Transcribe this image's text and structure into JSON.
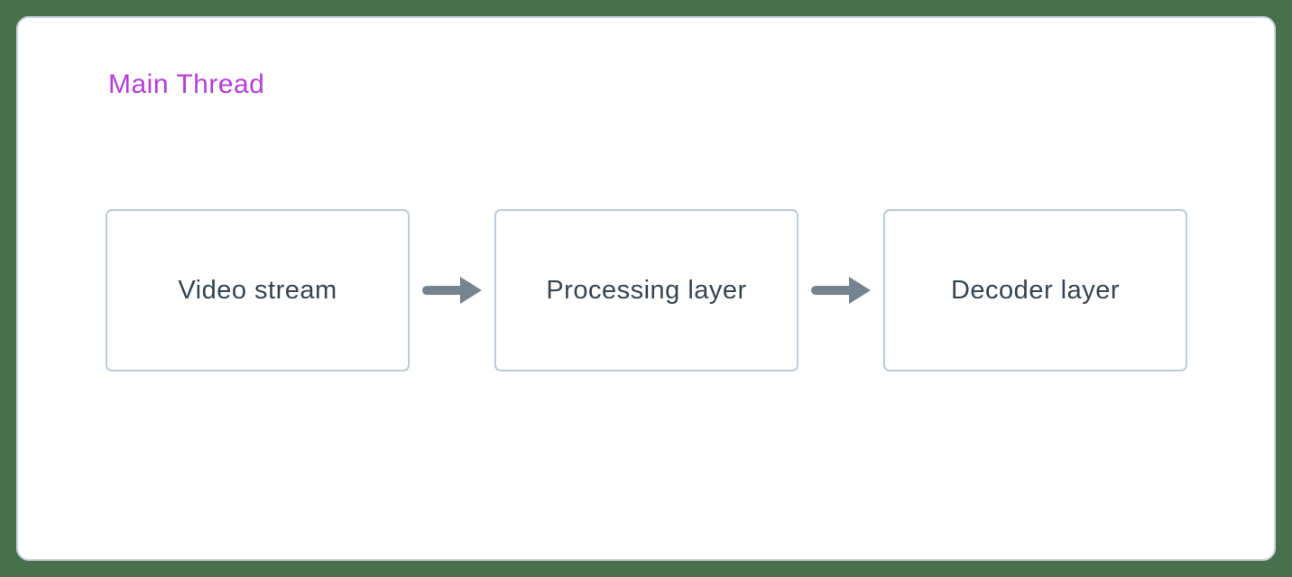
{
  "diagram": {
    "title": "Main Thread",
    "nodes": [
      {
        "id": "video-stream",
        "label": "Video stream"
      },
      {
        "id": "processing-layer",
        "label": "Processing layer"
      },
      {
        "id": "decoder-layer",
        "label": "Decoder layer"
      }
    ],
    "edges": [
      {
        "from": "video-stream",
        "to": "processing-layer",
        "icon": "flow-arrow-icon"
      },
      {
        "from": "processing-layer",
        "to": "decoder-layer",
        "icon": "flow-arrow-icon"
      }
    ],
    "colors": {
      "background": "#48704d",
      "card_background": "#ffffff",
      "card_border": "#c9d3dc",
      "node_border": "#bfcad4",
      "node_text": "#36454f",
      "title": "#b53fd9",
      "arrow": "#76848f"
    }
  }
}
